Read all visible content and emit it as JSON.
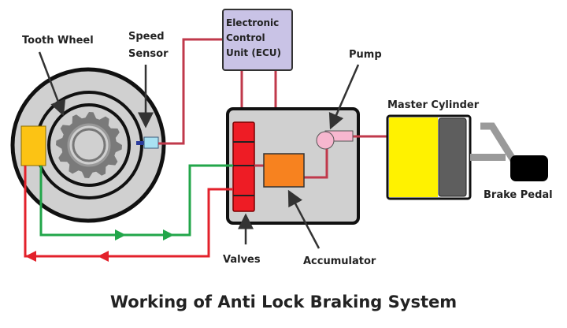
{
  "title": "Working of Anti Lock Braking System",
  "labels": {
    "tooth_wheel": "Tooth Wheel",
    "speed_sensor_1": "Speed",
    "speed_sensor_2": "Sensor",
    "ecu_1": "Electronic",
    "ecu_2": "Control",
    "ecu_3": "Unit (ECU)",
    "pump": "Pump",
    "master_cylinder": "Master Cylinder",
    "brake_pedal": "Brake Pedal",
    "valves": "Valves",
    "accumulator": "Accumulator"
  },
  "colors": {
    "signal_line": "#c0394b",
    "green_line": "#22a64a",
    "red_line": "#e3212b",
    "ecu_fill": "#c9c3e6",
    "valves": "#ee1c25",
    "accumulator": "#f7821f",
    "pump": "#f7b7cf",
    "master_fluid": "#fff200",
    "caliper": "#fcc314"
  }
}
